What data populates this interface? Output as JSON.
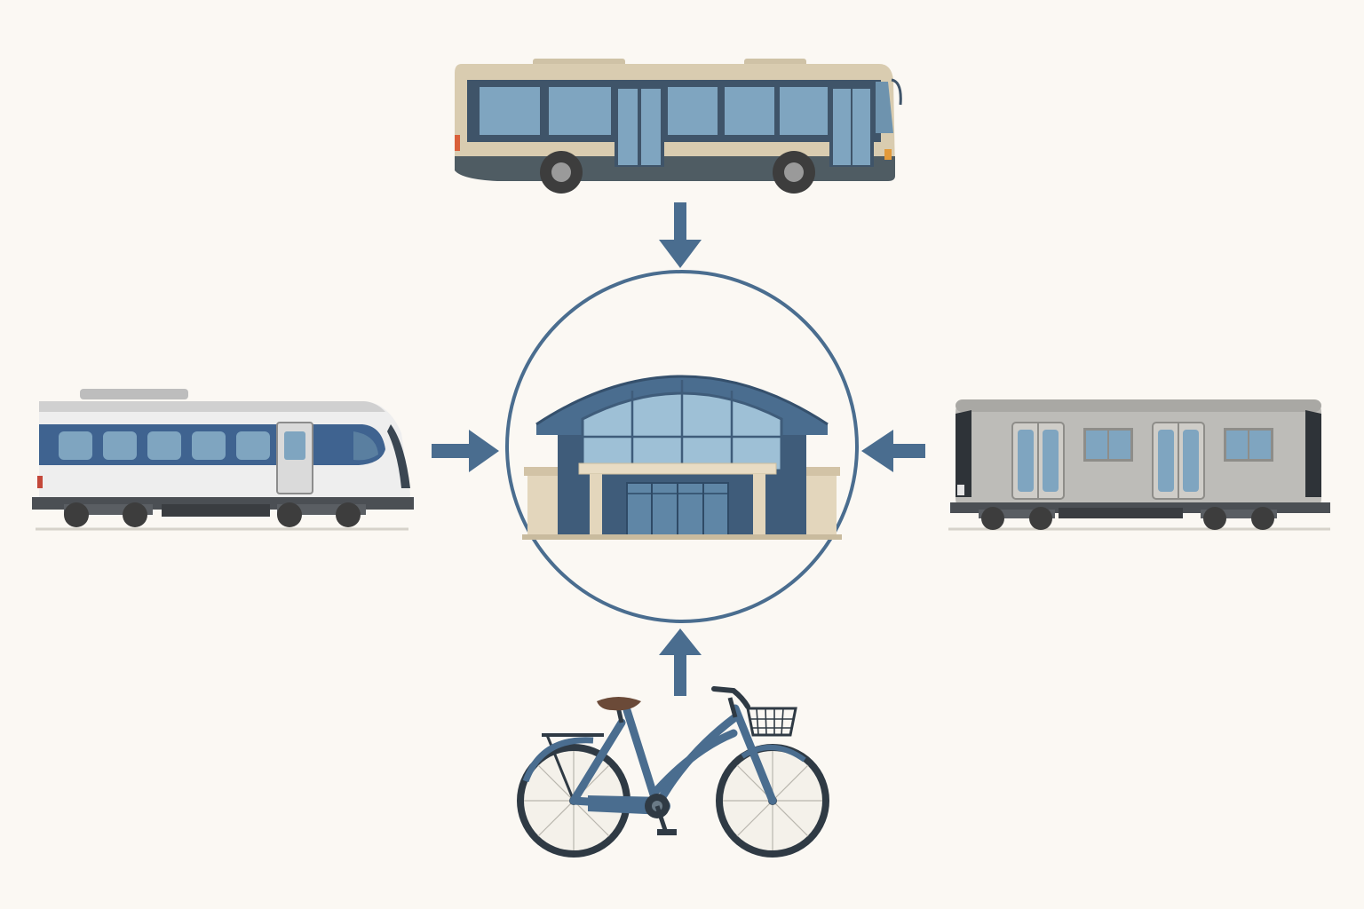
{
  "diagram": {
    "kind": "transit-hub-intermodal-connections",
    "hub": {
      "icon": "station-building-icon"
    },
    "modes": [
      {
        "icon": "bus-icon",
        "direction": "from-top"
      },
      {
        "icon": "train-icon",
        "direction": "from-left"
      },
      {
        "icon": "subway-car-icon",
        "direction": "from-right"
      },
      {
        "icon": "bicycle-icon",
        "direction": "from-bottom"
      }
    ],
    "connector_style": "arrow-into-hub"
  },
  "colors": {
    "background": "#FBF8F3",
    "accent_blue": "#4A6D8F",
    "steel_blue_dark": "#3F5C7A",
    "window_blue": "#7FA5C0",
    "bus_beige": "#D9CCB0",
    "train_white": "#EEEEEE",
    "subway_grey": "#BDBCB8",
    "tire_dark": "#3D3D3D",
    "building_beige": "#E3D6BC"
  }
}
